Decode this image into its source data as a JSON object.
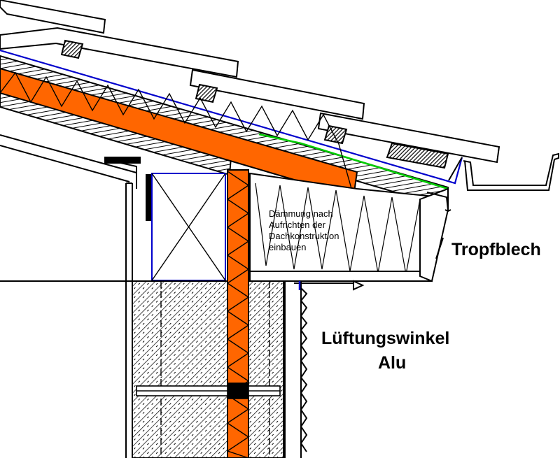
{
  "labels": {
    "insulation_note_line1": "Dämmung nach",
    "insulation_note_line2": "Aufrichten der",
    "insulation_note_line3": "Dachkonstruktion",
    "insulation_note_line4": "einbauen",
    "drip_edge": "Tropfblech",
    "vent_angle_line1": "Lüftungswinkel",
    "vent_angle_line2": "Alu"
  },
  "colors": {
    "insulation_orange": "#ff6600",
    "membrane_blue": "#0000cc",
    "underlay_green": "#00cc00",
    "line_black": "#000000",
    "background": "#ffffff"
  }
}
